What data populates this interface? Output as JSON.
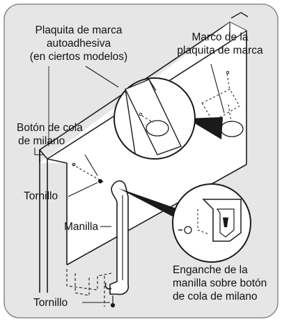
{
  "labels": {
    "brand_plate": [
      "Plaquita de marca",
      "autoadhesiva",
      "(en ciertos modelos)"
    ],
    "plate_frame": [
      "Marco de la",
      "plaquita de marca"
    ],
    "dovetail_button": [
      "Botón de cola",
      "de milano"
    ],
    "screw_top": "Tornillo",
    "handle": "Manilla",
    "hook_caption": [
      "Enganche de la",
      "manilla sobre botón",
      "de cola de milano"
    ],
    "screw_bottom": "Tornillo"
  },
  "colors": {
    "panel_background": "#e6e6e6",
    "panel_border": "#8a8a8a",
    "line": "#1a1a1a",
    "zoom_fill": "#ffffff"
  },
  "icons": [
    "refrigerator-door-icon",
    "handle-icon",
    "screw-icon",
    "dovetail-button-icon",
    "magnifier-callout-icon"
  ]
}
